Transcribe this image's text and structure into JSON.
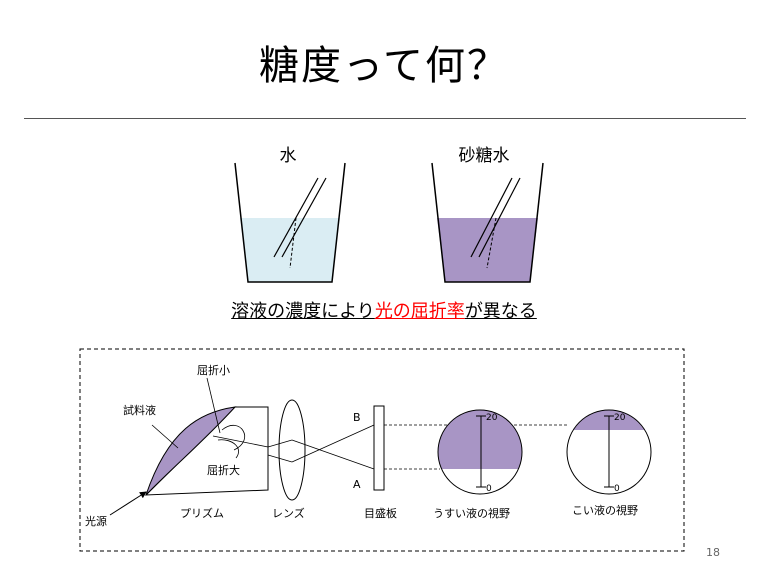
{
  "slide": {
    "title": "糖度って何？",
    "page_number": "18"
  },
  "beakers": {
    "water_label": "水",
    "sugar_water_label": "砂糖水"
  },
  "statement": {
    "part1": "溶液の濃度により",
    "highlight": "光の屈折率",
    "part2": "が異なる"
  },
  "refractometer": {
    "sample_label": "試料液",
    "small_refraction_label": "屈折小",
    "large_refraction_label": "屈折大",
    "prism_label": "プリズム",
    "light_source_label": "光源",
    "lens_label": "レンズ",
    "point_b_label": "B",
    "point_a_label": "A",
    "scale_plate_label": "目盛板",
    "thin_view_label": "うすい液の視野",
    "thick_view_label": "こい液の視野",
    "thin_scale_top": "20",
    "thin_scale_bottom": "0",
    "thick_scale_top": "20",
    "thick_scale_bottom": "0"
  },
  "colors": {
    "water_fill": "#daedf3",
    "sugar_fill": "#a895c5",
    "highlight": "#ff0000"
  }
}
